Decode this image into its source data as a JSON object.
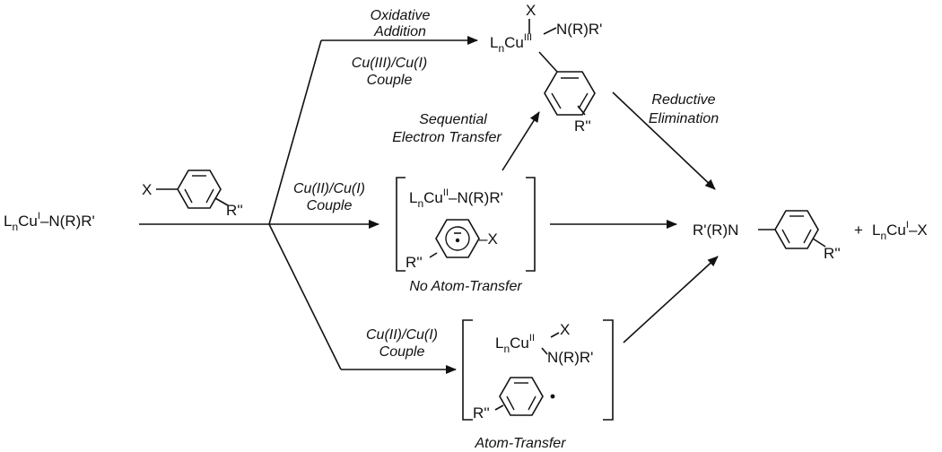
{
  "reactants": {
    "start_complex": {
      "L": "L",
      "n": "n",
      "Cu": "Cu",
      "ox": "I",
      "amide": "–N(R)R'"
    },
    "aryl_halide": {
      "x": "X",
      "subst": "R''"
    }
  },
  "pathways": {
    "oxidative_addition": {
      "line1": "Oxidative",
      "line2": "Addition",
      "line3": "Cu(III)/Cu(I)",
      "line4": "Couple"
    },
    "set": {
      "line1": "Sequential",
      "line2": "Electron Transfer"
    },
    "middle_couple": {
      "line1": "Cu(II)/Cu(I)",
      "line2": "Couple"
    },
    "bottom_couple": {
      "line1": "Cu(II)/Cu(I)",
      "line2": "Couple"
    },
    "reductive_elimination": {
      "line1": "Reductive",
      "line2": "Elimination"
    }
  },
  "intermediates": {
    "cu3": {
      "x": "X",
      "amide": "N(R)R'",
      "L": "L",
      "n": "n",
      "Cu": "Cu",
      "ox": "III",
      "subst": "R''"
    },
    "no_atom": {
      "L": "L",
      "n": "n",
      "Cu": "Cu",
      "ox": "II",
      "amide": "–N(R)R'",
      "subst": "R''",
      "x": "–X",
      "caption": "No Atom-Transfer"
    },
    "atom": {
      "L": "L",
      "n": "n",
      "Cu": "Cu",
      "ox": "II",
      "x": "X",
      "amide": "N(R)R'",
      "subst": "R''",
      "caption": "Atom-Transfer"
    }
  },
  "products": {
    "arylamine": {
      "amine": "R'(R)N",
      "subst": "R''"
    },
    "plus": "+",
    "cu_x": {
      "L": "L",
      "n": "n",
      "Cu": "Cu",
      "ox": "I",
      "x": "–X"
    }
  }
}
